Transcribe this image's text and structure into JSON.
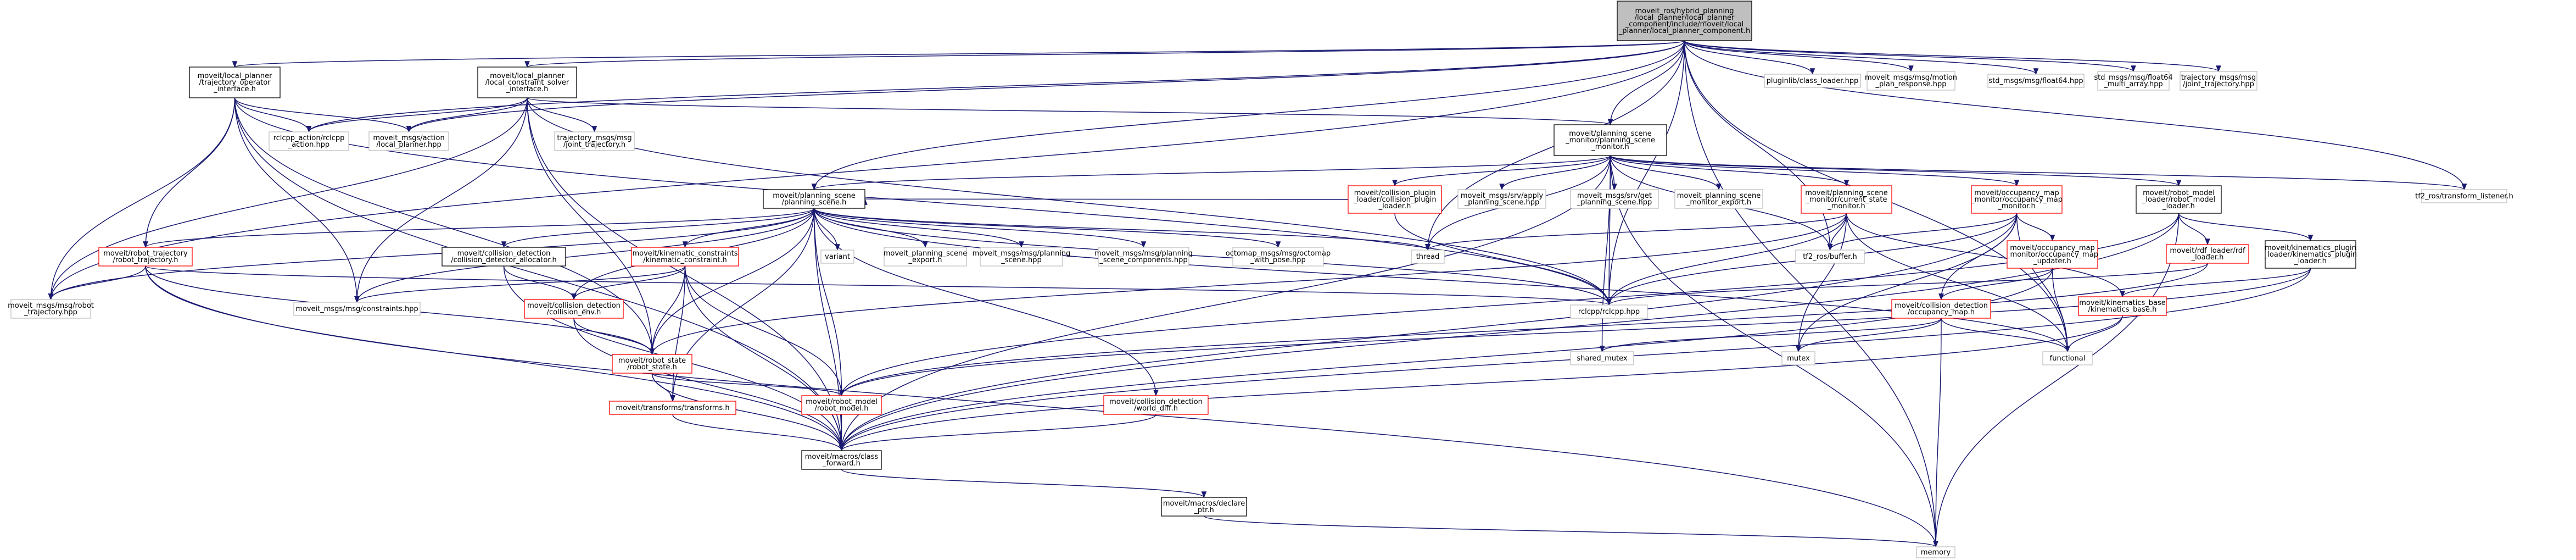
{
  "diagram": {
    "nodes": [
      {
        "id": "root",
        "lines": [
          "moveit_ros/hybrid_planning",
          "/local_planner/local_planner",
          "_component/include/moveit/local",
          "_planner/local_planner_component.h"
        ],
        "style": "root"
      },
      {
        "id": "tpi",
        "lines": [
          "moveit/local_planner",
          "/trajectory_operator",
          "_interface.h"
        ],
        "style": "black"
      },
      {
        "id": "lcsi",
        "lines": [
          "moveit/local_planner",
          "/local_constraint_solver",
          "_interface.h"
        ],
        "style": "black"
      },
      {
        "id": "psm",
        "lines": [
          "moveit/planning_scene",
          "_monitor/planning_scene",
          "_monitor.h"
        ],
        "style": "black"
      },
      {
        "id": "plc",
        "lines": [
          "pluginlib/class_loader.hpp"
        ],
        "style": "gray"
      },
      {
        "id": "mpr",
        "lines": [
          "moveit_msgs/msg/motion",
          "_plan_response.hpp"
        ],
        "style": "gray"
      },
      {
        "id": "f64",
        "lines": [
          "std_msgs/msg/float64.hpp"
        ],
        "style": "gray"
      },
      {
        "id": "f64ma",
        "lines": [
          "std_msgs/msg/float64",
          "_multi_array.hpp"
        ],
        "style": "gray"
      },
      {
        "id": "jt1",
        "lines": [
          "trajectory_msgs/msg",
          "/joint_trajectory.hpp"
        ],
        "style": "gray"
      },
      {
        "id": "rca",
        "lines": [
          "rclcpp_action/rclcpp",
          "_action.hpp"
        ],
        "style": "gray"
      },
      {
        "id": "mlp",
        "lines": [
          "moveit_msgs/action",
          "/local_planner.hpp"
        ],
        "style": "gray"
      },
      {
        "id": "jt2",
        "lines": [
          "trajectory_msgs/msg",
          "/joint_trajectory.h"
        ],
        "style": "gray"
      },
      {
        "id": "tf2l",
        "lines": [
          "tf2_ros/transform_listener.h"
        ],
        "style": "gray"
      },
      {
        "id": "ps",
        "lines": [
          "moveit/planning_scene",
          "/planning_scene.h"
        ],
        "style": "black"
      },
      {
        "id": "cpl",
        "lines": [
          "moveit/collision_plugin",
          "_loader/collision_plugin",
          "_loader.h"
        ],
        "style": "red"
      },
      {
        "id": "aps",
        "lines": [
          "moveit_msgs/srv/apply",
          "_planning_scene.hpp"
        ],
        "style": "gray"
      },
      {
        "id": "gps",
        "lines": [
          "moveit_msgs/srv/get",
          "_planning_scene.hpp"
        ],
        "style": "gray"
      },
      {
        "id": "psme",
        "lines": [
          "moveit_planning_scene",
          "_monitor_export.h"
        ],
        "style": "gray"
      },
      {
        "id": "csm",
        "lines": [
          "moveit/planning_scene",
          "_monitor/current_state",
          "_monitor.h"
        ],
        "style": "red"
      },
      {
        "id": "ocm",
        "lines": [
          "moveit/occupancy_map",
          "_monitor/occupancy_map",
          "_monitor.h"
        ],
        "style": "red"
      },
      {
        "id": "rml",
        "lines": [
          "moveit/robot_model",
          "_loader/robot_model",
          "_loader.h"
        ],
        "style": "black"
      },
      {
        "id": "rt",
        "lines": [
          "moveit/robot_trajectory",
          "/robot_trajectory.h"
        ],
        "style": "red"
      },
      {
        "id": "mrt",
        "lines": [
          "moveit_msgs/msg/robot",
          "_trajectory.hpp"
        ],
        "style": "gray"
      },
      {
        "id": "mc",
        "lines": [
          "moveit_msgs/msg/constraints.hpp"
        ],
        "style": "gray"
      },
      {
        "id": "cda",
        "lines": [
          "moveit/collision_detection",
          "/collision_detector_allocator.h"
        ],
        "style": "black"
      },
      {
        "id": "kc",
        "lines": [
          "moveit/kinematic_constraints",
          "/kinematic_constraint.h"
        ],
        "style": "red"
      },
      {
        "id": "variant",
        "lines": [
          "variant"
        ],
        "style": "gray"
      },
      {
        "id": "pse",
        "lines": [
          "moveit_planning_scene",
          "_export.h"
        ],
        "style": "gray"
      },
      {
        "id": "mps",
        "lines": [
          "moveit_msgs/msg/planning",
          "_scene.hpp"
        ],
        "style": "gray"
      },
      {
        "id": "mpsc",
        "lines": [
          "moveit_msgs/msg/planning",
          "_scene_components.hpp"
        ],
        "style": "gray"
      },
      {
        "id": "octo",
        "lines": [
          "octomap_msgs/msg/octomap",
          "_with_pose.hpp"
        ],
        "style": "gray"
      },
      {
        "id": "thread",
        "lines": [
          "thread"
        ],
        "style": "gray"
      },
      {
        "id": "tf2b",
        "lines": [
          "tf2_ros/buffer.h"
        ],
        "style": "gray"
      },
      {
        "id": "rclcpp",
        "lines": [
          "rclcpp/rclcpp.hpp"
        ],
        "style": "gray"
      },
      {
        "id": "cenv",
        "lines": [
          "moveit/collision_detection",
          "/collision_env.h"
        ],
        "style": "red"
      },
      {
        "id": "rs",
        "lines": [
          "moveit/robot_state",
          "/robot_state.h"
        ],
        "style": "red"
      },
      {
        "id": "tr",
        "lines": [
          "moveit/transforms/transforms.h"
        ],
        "style": "red"
      },
      {
        "id": "rm",
        "lines": [
          "moveit/robot_model",
          "/robot_model.h"
        ],
        "style": "red"
      },
      {
        "id": "wd",
        "lines": [
          "moveit/collision_detection",
          "/world_diff.h"
        ],
        "style": "red"
      },
      {
        "id": "cf",
        "lines": [
          "moveit/macros/class",
          "_forward.h"
        ],
        "style": "black"
      },
      {
        "id": "dp",
        "lines": [
          "moveit/macros/declare",
          "_ptr.h"
        ],
        "style": "black"
      },
      {
        "id": "memory",
        "lines": [
          "memory"
        ],
        "style": "gray"
      },
      {
        "id": "smutex",
        "lines": [
          "shared_mutex"
        ],
        "style": "gray"
      },
      {
        "id": "mutex",
        "lines": [
          "mutex"
        ],
        "style": "gray"
      },
      {
        "id": "functional",
        "lines": [
          "functional"
        ],
        "style": "gray"
      },
      {
        "id": "omu",
        "lines": [
          "moveit/occupancy_map",
          "_monitor/occupancy_map",
          "_updater.h"
        ],
        "style": "red"
      },
      {
        "id": "com",
        "lines": [
          "moveit/collision_detection",
          "/occupancy_map.h"
        ],
        "style": "red"
      },
      {
        "id": "kb",
        "lines": [
          "moveit/kinematics_base",
          "/kinematics_base.h"
        ],
        "style": "red"
      },
      {
        "id": "rdf",
        "lines": [
          "moveit/rdf_loader/rdf",
          "_loader.h"
        ],
        "style": "red"
      },
      {
        "id": "kpl",
        "lines": [
          "moveit/kinematics_plugin",
          "_loader/kinematics_plugin",
          "_loader.h"
        ],
        "style": "black"
      }
    ],
    "colors": {
      "edge": "#191970",
      "black_border": "#000000",
      "gray_border": "#bfbfbf",
      "red_border": "#ff0000",
      "root_fill": "#bfbfbf",
      "node_fill": "#ffffff"
    }
  }
}
